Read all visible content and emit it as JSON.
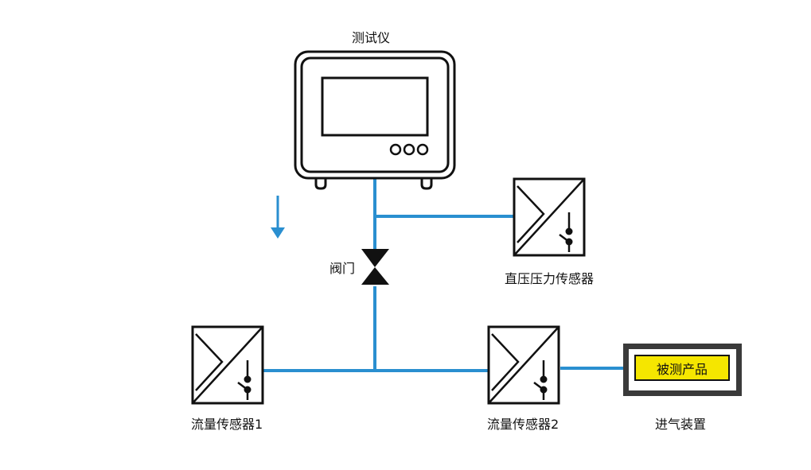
{
  "labels": {
    "tester": "测试仪",
    "valve": "阀门",
    "pressure_sensor": "直压压力传感器",
    "flow_sensor_1": "流量传感器1",
    "flow_sensor_2": "流量传感器2",
    "product": "被测产品",
    "intake": "进气装置"
  },
  "colors": {
    "pipe": "#2a8fd0",
    "arrow": "#2a8fd0",
    "line": "#111111",
    "product_fill": "#f5e600",
    "product_frame": "#3a3a3a"
  },
  "icons": {
    "flow_direction": "arrow-down-icon",
    "valve": "valve-icon",
    "sensor": "sensor-icon",
    "tester": "tester-device-icon"
  }
}
